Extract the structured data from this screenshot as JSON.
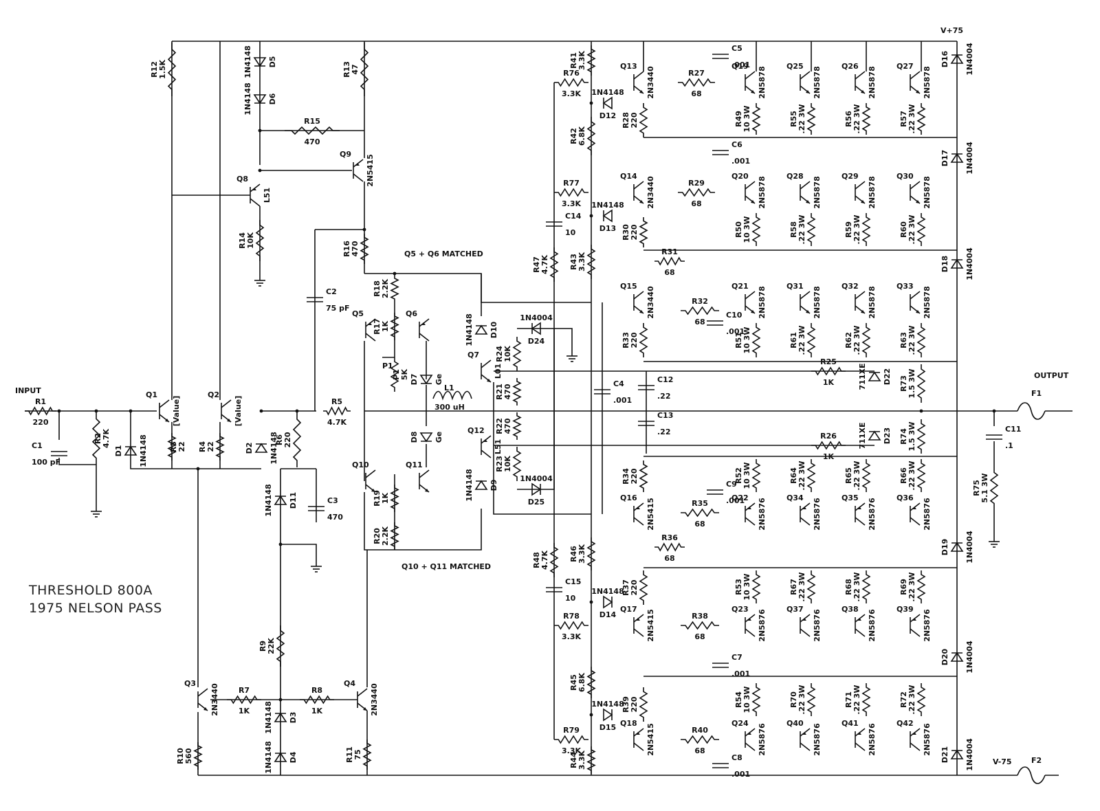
{
  "title": [
    "THRESHOLD 800A",
    "1975  NELSON PASS"
  ],
  "rails": {
    "positive": "V+75",
    "negative": "V-75"
  },
  "ports": {
    "input": "INPUT",
    "output": "OUTPUT",
    "fuse1": "F1",
    "fuse2": "F2"
  },
  "notes": {
    "q5_q6": "Q5 + Q6 MATCHED",
    "q10_q11": "Q10 + Q11 MATCHED"
  },
  "resistors": [
    {
      "ref": "R1",
      "val": "220"
    },
    {
      "ref": "R2",
      "val": "4.7K"
    },
    {
      "ref": "R3",
      "val": "22"
    },
    {
      "ref": "R4",
      "val": "22"
    },
    {
      "ref": "R5",
      "val": "4.7K"
    },
    {
      "ref": "R6",
      "val": "220"
    },
    {
      "ref": "R7",
      "val": "1K"
    },
    {
      "ref": "R8",
      "val": "1K"
    },
    {
      "ref": "R9",
      "val": "22K"
    },
    {
      "ref": "R10",
      "val": "560"
    },
    {
      "ref": "R11",
      "val": "75"
    },
    {
      "ref": "R12",
      "val": "1.5K"
    },
    {
      "ref": "R13",
      "val": "47"
    },
    {
      "ref": "R14",
      "val": "10K"
    },
    {
      "ref": "R15",
      "val": "470"
    },
    {
      "ref": "R16",
      "val": "470"
    },
    {
      "ref": "R17",
      "val": "1K"
    },
    {
      "ref": "R18",
      "val": "2.2K"
    },
    {
      "ref": "R19",
      "val": "1K"
    },
    {
      "ref": "R20",
      "val": "2.2K"
    },
    {
      "ref": "R21",
      "val": "470"
    },
    {
      "ref": "R22",
      "val": "470"
    },
    {
      "ref": "R23",
      "val": "10K"
    },
    {
      "ref": "R24",
      "val": "10K"
    },
    {
      "ref": "R25",
      "val": "1K"
    },
    {
      "ref": "R26",
      "val": "1K"
    },
    {
      "ref": "R27",
      "val": "68"
    },
    {
      "ref": "R28",
      "val": "220"
    },
    {
      "ref": "R29",
      "val": "68"
    },
    {
      "ref": "R30",
      "val": "220"
    },
    {
      "ref": "R31",
      "val": "68"
    },
    {
      "ref": "R32",
      "val": "68"
    },
    {
      "ref": "R33",
      "val": "220"
    },
    {
      "ref": "R34",
      "val": "220"
    },
    {
      "ref": "R35",
      "val": "68"
    },
    {
      "ref": "R36",
      "val": "68"
    },
    {
      "ref": "R37",
      "val": "220"
    },
    {
      "ref": "R38",
      "val": "68"
    },
    {
      "ref": "R39",
      "val": "220"
    },
    {
      "ref": "R40",
      "val": "68"
    },
    {
      "ref": "R41",
      "val": "3.3K"
    },
    {
      "ref": "R42",
      "val": "6.8K"
    },
    {
      "ref": "R43",
      "val": "3.3K"
    },
    {
      "ref": "R44",
      "val": "3.3K"
    },
    {
      "ref": "R45",
      "val": "6.8K"
    },
    {
      "ref": "R46",
      "val": "3.3K"
    },
    {
      "ref": "R47",
      "val": "4.7K"
    },
    {
      "ref": "R48",
      "val": "4.7K"
    },
    {
      "ref": "R49",
      "val": "10 3W"
    },
    {
      "ref": "R50",
      "val": "10 3W"
    },
    {
      "ref": "R51",
      "val": "10 3W"
    },
    {
      "ref": "R52",
      "val": "10 3W"
    },
    {
      "ref": "R53",
      "val": "10 3W"
    },
    {
      "ref": "R54",
      "val": "10 3W"
    },
    {
      "ref": "R55",
      "val": ".22 3W"
    },
    {
      "ref": "R56",
      "val": ".22 3W"
    },
    {
      "ref": "R57",
      "val": ".22 3W"
    },
    {
      "ref": "R58",
      "val": ".22 3W"
    },
    {
      "ref": "R59",
      "val": ".22 3W"
    },
    {
      "ref": "R60",
      "val": ".22 3W"
    },
    {
      "ref": "R61",
      "val": ".22 3W"
    },
    {
      "ref": "R62",
      "val": ".22 3W"
    },
    {
      "ref": "R63",
      "val": ".22 3W"
    },
    {
      "ref": "R64",
      "val": ".22 3W"
    },
    {
      "ref": "R65",
      "val": ".22 3W"
    },
    {
      "ref": "R66",
      "val": ".22 3W"
    },
    {
      "ref": "R67",
      "val": ".22 3W"
    },
    {
      "ref": "R68",
      "val": ".22 3W"
    },
    {
      "ref": "R69",
      "val": ".22 3W"
    },
    {
      "ref": "R70",
      "val": ".22 3W"
    },
    {
      "ref": "R71",
      "val": ".22 3W"
    },
    {
      "ref": "R72",
      "val": ".22 3W"
    },
    {
      "ref": "R73",
      "val": "1.5 3W"
    },
    {
      "ref": "R74",
      "val": "1.5 3W"
    },
    {
      "ref": "R75",
      "val": "5.1 3W"
    },
    {
      "ref": "R76",
      "val": "3.3K"
    },
    {
      "ref": "R77",
      "val": "3.3K"
    },
    {
      "ref": "R78",
      "val": "3.3K"
    },
    {
      "ref": "R79",
      "val": "3.3K"
    },
    {
      "ref": "P1",
      "val": "5K"
    }
  ],
  "capacitors": [
    {
      "ref": "C1",
      "val": "100 pF"
    },
    {
      "ref": "C2",
      "val": "75 pF"
    },
    {
      "ref": "C3",
      "val": "470"
    },
    {
      "ref": "C4",
      "val": ".001"
    },
    {
      "ref": "C5",
      "val": ".001"
    },
    {
      "ref": "C6",
      "val": ".001"
    },
    {
      "ref": "C7",
      "val": ".001"
    },
    {
      "ref": "C8",
      "val": ".001"
    },
    {
      "ref": "C9",
      "val": ".001"
    },
    {
      "ref": "C10",
      "val": ".001"
    },
    {
      "ref": "C11",
      "val": ".1"
    },
    {
      "ref": "C12",
      "val": ".22"
    },
    {
      "ref": "C13",
      "val": ".22"
    },
    {
      "ref": "C14",
      "val": "10"
    },
    {
      "ref": "C15",
      "val": "10"
    }
  ],
  "inductors": [
    {
      "ref": "L1",
      "val": "300 uH"
    }
  ],
  "diodes": [
    {
      "ref": "D1",
      "val": "1N4148"
    },
    {
      "ref": "D2",
      "val": "1N4148"
    },
    {
      "ref": "D3",
      "val": "1N4148"
    },
    {
      "ref": "D4",
      "val": "1N4148"
    },
    {
      "ref": "D5",
      "val": "1N4148"
    },
    {
      "ref": "D6",
      "val": "1N4148"
    },
    {
      "ref": "D7",
      "val": "Ge"
    },
    {
      "ref": "D8",
      "val": "Ge"
    },
    {
      "ref": "D9",
      "val": "1N4148"
    },
    {
      "ref": "D10",
      "val": "1N4148"
    },
    {
      "ref": "D11",
      "val": "1N4148"
    },
    {
      "ref": "D12",
      "val": "1N4148"
    },
    {
      "ref": "D13",
      "val": "1N4148"
    },
    {
      "ref": "D14",
      "val": "1N4148"
    },
    {
      "ref": "D15",
      "val": "1N4148"
    },
    {
      "ref": "D16",
      "val": "1N4004"
    },
    {
      "ref": "D17",
      "val": "1N4004"
    },
    {
      "ref": "D18",
      "val": "1N4004"
    },
    {
      "ref": "D19",
      "val": "1N4004"
    },
    {
      "ref": "D20",
      "val": "1N4004"
    },
    {
      "ref": "D21",
      "val": "1N4004"
    },
    {
      "ref": "D22",
      "val": "711XE"
    },
    {
      "ref": "D23",
      "val": "711XE"
    },
    {
      "ref": "D24",
      "val": "1N4004"
    },
    {
      "ref": "D25",
      "val": "1N4004"
    }
  ],
  "transistors": [
    {
      "ref": "Q1",
      "val": "[Value]"
    },
    {
      "ref": "Q2",
      "val": "[Value]"
    },
    {
      "ref": "Q3",
      "val": "2N3440"
    },
    {
      "ref": "Q4",
      "val": "2N3440"
    },
    {
      "ref": "Q5",
      "val": ""
    },
    {
      "ref": "Q6",
      "val": ""
    },
    {
      "ref": "Q7",
      "val": "L01"
    },
    {
      "ref": "Q8",
      "val": "L51"
    },
    {
      "ref": "Q9",
      "val": "2N5415"
    },
    {
      "ref": "Q10",
      "val": ""
    },
    {
      "ref": "Q11",
      "val": ""
    },
    {
      "ref": "Q12",
      "val": "L51"
    },
    {
      "ref": "Q13",
      "val": "2N3440"
    },
    {
      "ref": "Q14",
      "val": "2N3440"
    },
    {
      "ref": "Q15",
      "val": "2N3440"
    },
    {
      "ref": "Q16",
      "val": "2N5415"
    },
    {
      "ref": "Q17",
      "val": "2N5415"
    },
    {
      "ref": "Q18",
      "val": "2N5415"
    },
    {
      "ref": "Q19",
      "val": "2N5878"
    },
    {
      "ref": "Q20",
      "val": "2N5878"
    },
    {
      "ref": "Q21",
      "val": "2N5878"
    },
    {
      "ref": "Q22",
      "val": "2N5876"
    },
    {
      "ref": "Q23",
      "val": "2N5876"
    },
    {
      "ref": "Q24",
      "val": "2N5876"
    },
    {
      "ref": "Q25",
      "val": "2N5878"
    },
    {
      "ref": "Q26",
      "val": "2N5878"
    },
    {
      "ref": "Q27",
      "val": "2N5878"
    },
    {
      "ref": "Q28",
      "val": "2N5878"
    },
    {
      "ref": "Q29",
      "val": "2N5878"
    },
    {
      "ref": "Q30",
      "val": "2N5878"
    },
    {
      "ref": "Q31",
      "val": "2N5878"
    },
    {
      "ref": "Q32",
      "val": "2N5878"
    },
    {
      "ref": "Q33",
      "val": "2N5878"
    },
    {
      "ref": "Q34",
      "val": "2N5876"
    },
    {
      "ref": "Q35",
      "val": "2N5876"
    },
    {
      "ref": "Q36",
      "val": "2N5876"
    },
    {
      "ref": "Q37",
      "val": "2N5876"
    },
    {
      "ref": "Q38",
      "val": "2N5876"
    },
    {
      "ref": "Q39",
      "val": "2N5876"
    },
    {
      "ref": "Q40",
      "val": "2N5876"
    },
    {
      "ref": "Q41",
      "val": "2N5876"
    },
    {
      "ref": "Q42",
      "val": "2N5876"
    }
  ]
}
